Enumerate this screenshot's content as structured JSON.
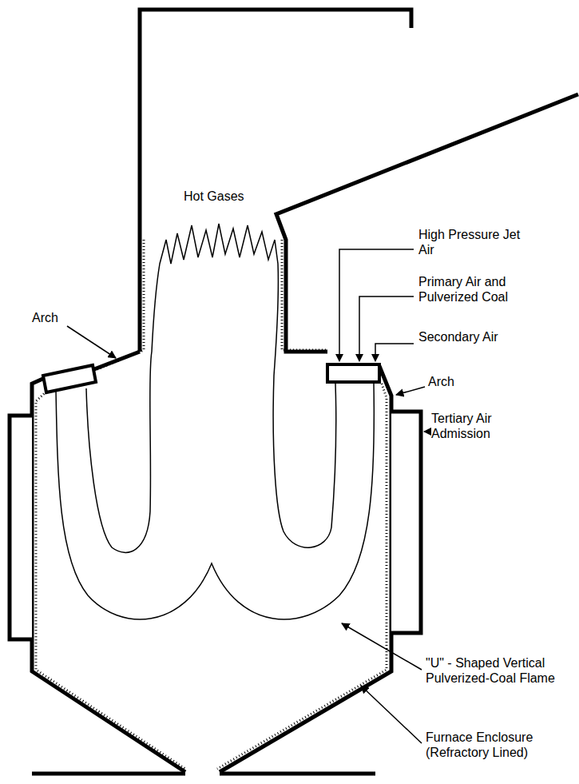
{
  "diagram": {
    "labels": [
      "Hot Gases",
      "High Pressure Jet Air",
      "Primary Air and Pulverized Coal",
      "Secondary Air",
      "Arch",
      "Arch",
      "Tertiary Air Admission",
      "\"U\" - Shaped Vertical Pulverized-Coal Flame",
      "Furnace Enclosure (Refractory Lined)"
    ]
  }
}
